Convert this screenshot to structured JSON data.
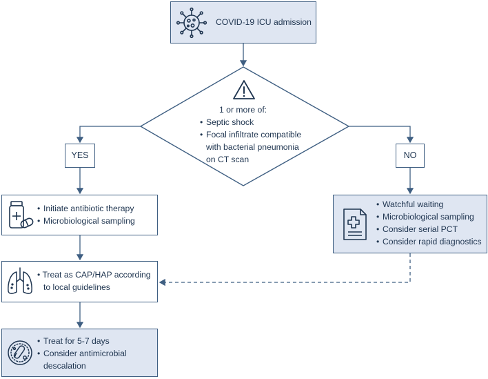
{
  "start": {
    "label": "COVID-19 ICU admission",
    "icon": "virus-icon"
  },
  "decision": {
    "icon": "warning-icon",
    "heading": "1 or more of:",
    "criteria": [
      "Septic shock",
      "Focal infiltrate compatible",
      "with bacterial pneumonia",
      "on CT scan"
    ]
  },
  "branches": {
    "yes": "YES",
    "no": "NO"
  },
  "yes_path": {
    "step1": {
      "icon": "medication-icon",
      "items": [
        "Initiate antibiotic therapy",
        "Microbiological sampling"
      ]
    },
    "step2": {
      "icon": "lungs-icon",
      "lines": [
        "Treat as CAP/HAP according",
        "to local guidelines"
      ]
    },
    "step3": {
      "icon": "bacteria-icon",
      "items": [
        "Treat for 5-7 days",
        "Consider antimicrobial",
        "descalation"
      ]
    }
  },
  "no_path": {
    "icon": "medical-record-icon",
    "items": [
      "Watchful waiting",
      "Microbiological sampling",
      "Consider serial PCT",
      "Consider rapid diagnostics"
    ]
  },
  "colors": {
    "stroke": "#3f5f82",
    "fill": "#dfe6f2",
    "text": "#1f3550"
  }
}
